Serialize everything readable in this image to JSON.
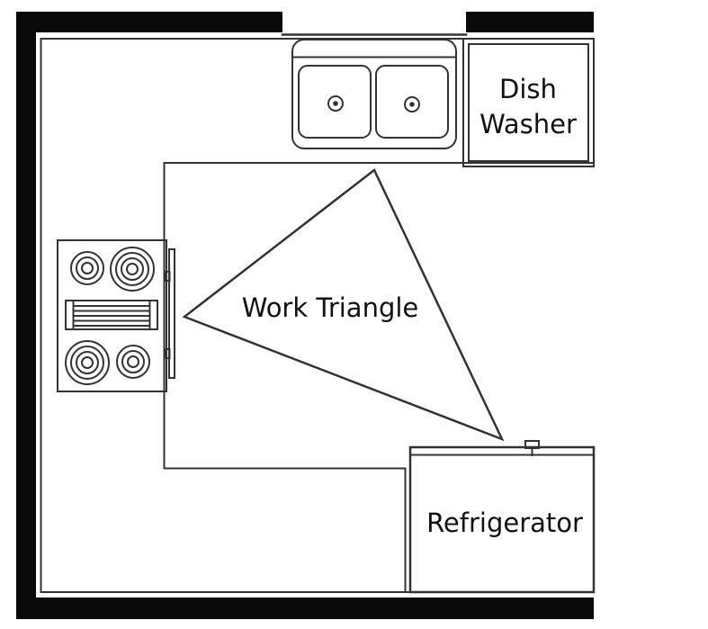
{
  "diagram": {
    "type": "kitchen-floor-plan",
    "labels": {
      "dishwasher_line1": "Dish",
      "dishwasher_line2": "Washer",
      "work_triangle": "Work Triangle",
      "refrigerator": "Refrigerator"
    },
    "icons": [
      "sink-icon",
      "stove-burners-icon",
      "griddle-icon",
      "oven-handle-icon",
      "fridge-handle-icon",
      "window-icon"
    ],
    "colors": {
      "wall": "#0a0a0a",
      "outline": "#333333",
      "text": "#111111",
      "background": "#ffffff"
    }
  }
}
